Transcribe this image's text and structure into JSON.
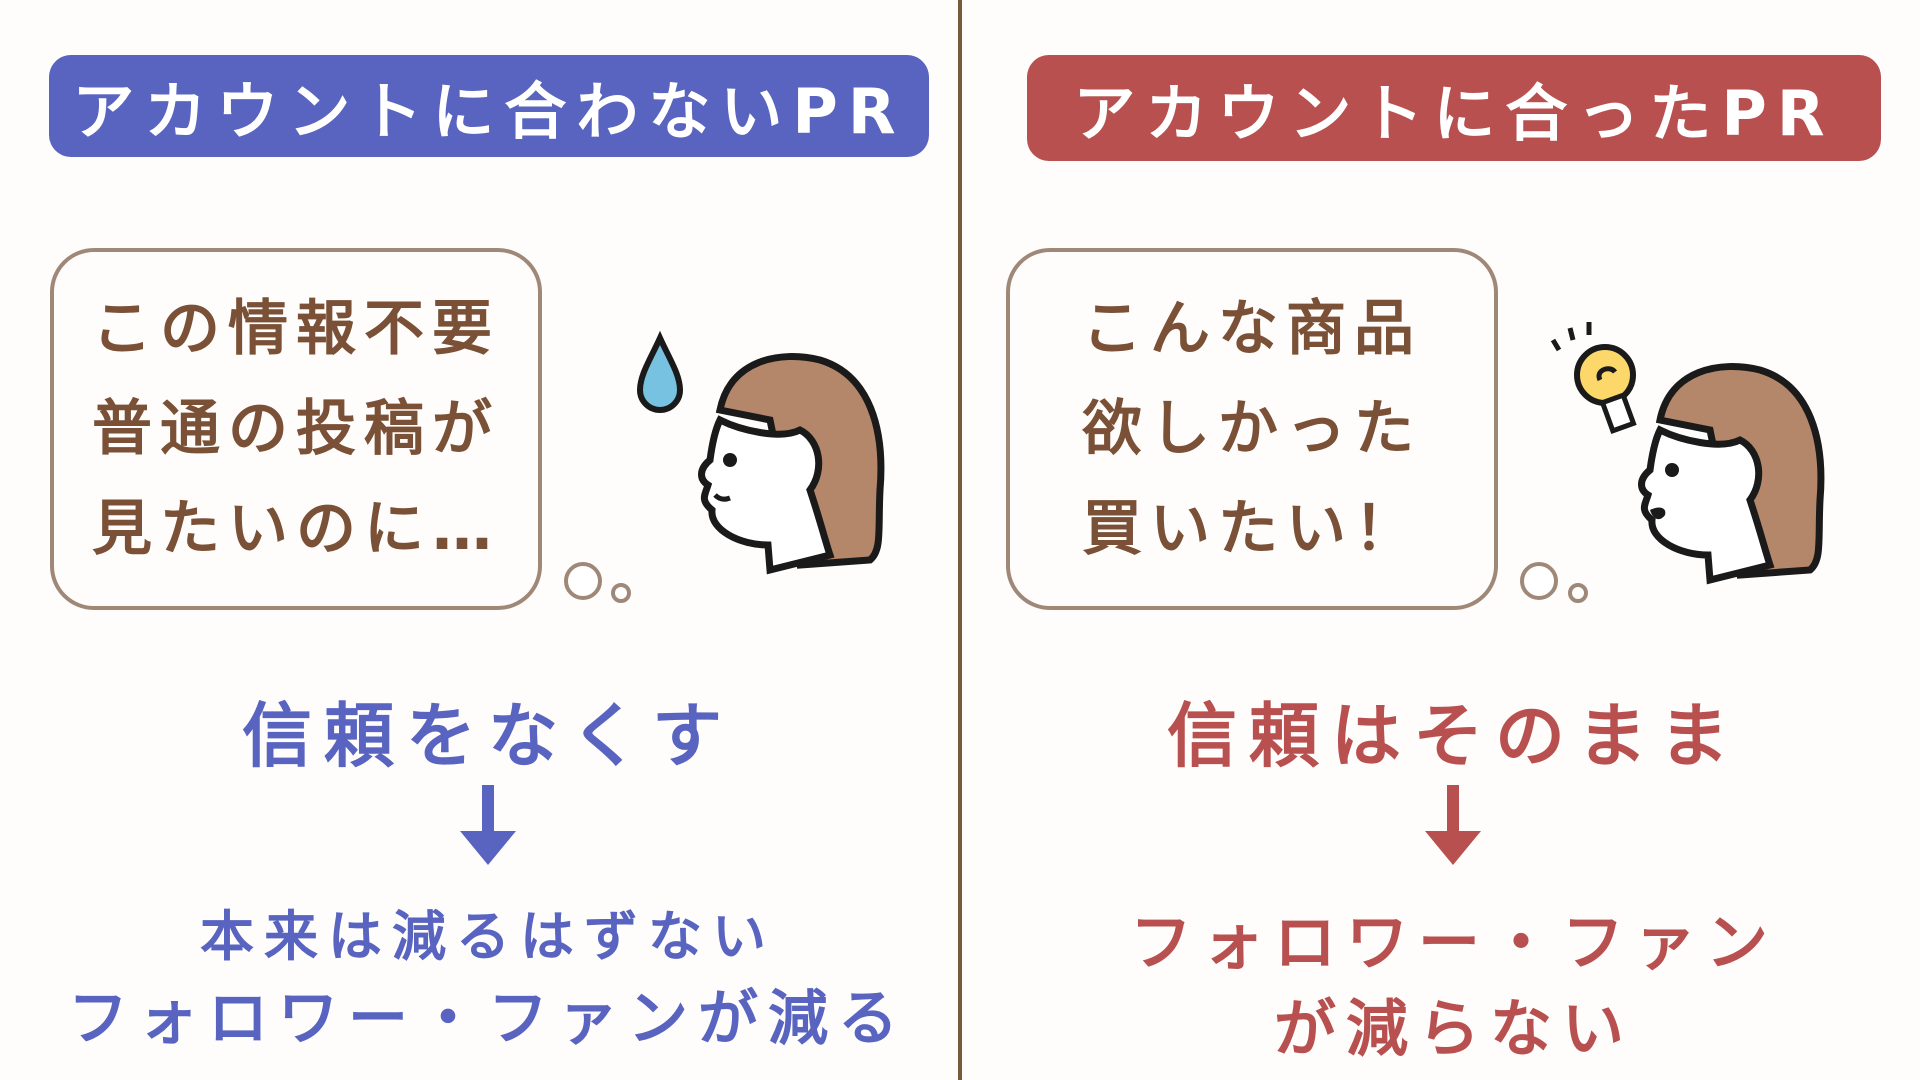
{
  "colors": {
    "blue": "#5864c0",
    "red": "#b85050",
    "brown_text": "#7a5036",
    "divider": "#7a5a3c"
  },
  "left": {
    "banner": "アカウントに合わないPR",
    "bubble_lines": [
      "この情報不要",
      "普通の投稿が",
      "見たいのに…"
    ],
    "heading": "信頼をなくす",
    "result_lines": [
      "本来は減るはずない",
      "フォロワー・ファンが減る"
    ]
  },
  "right": {
    "banner": "アカウントに合ったPR",
    "bubble_lines": [
      "こんな商品",
      "欲しかった",
      "買いたい！"
    ],
    "heading": "信頼はそのまま",
    "result_lines": [
      "フォロワー・ファン",
      "が減らない"
    ]
  }
}
